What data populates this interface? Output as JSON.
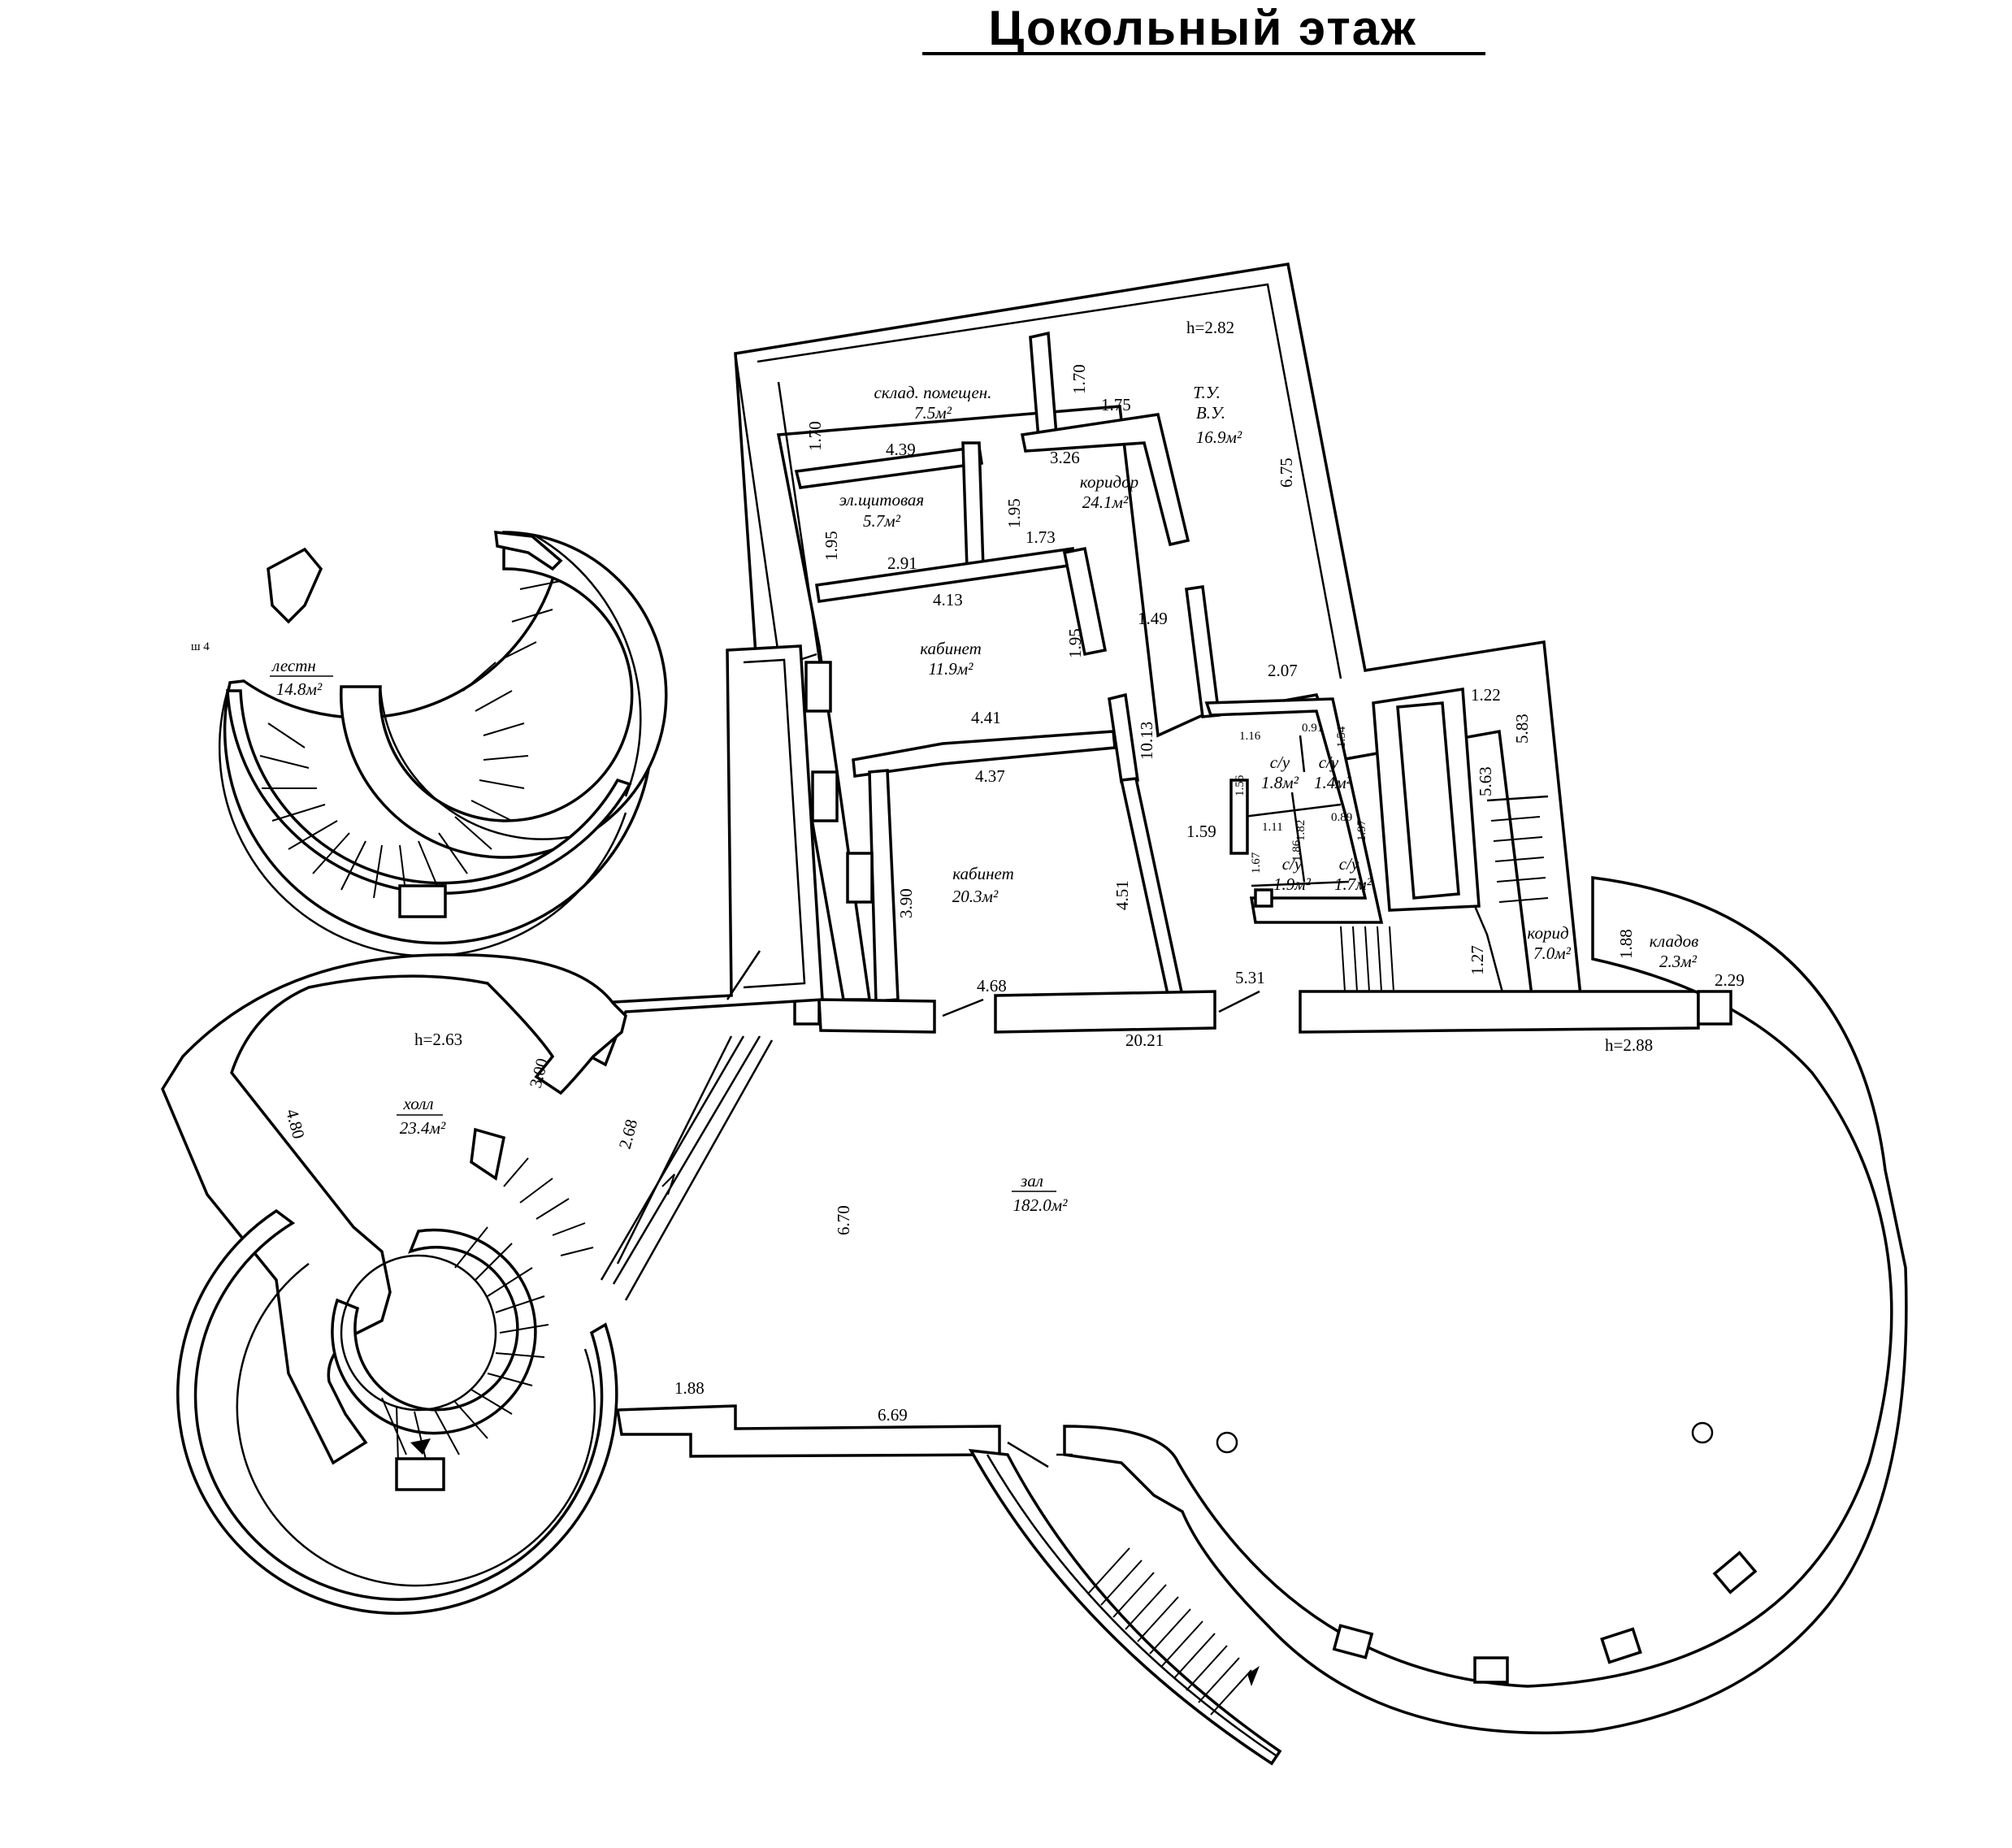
{
  "title": "Цокольный  этаж",
  "rooms": {
    "sklad": {
      "name": "склад. помещен.",
      "area": "7.5м²"
    },
    "tu": {
      "name1": "Т.У.",
      "name2": "В.У.",
      "area": "16.9м²"
    },
    "schit": {
      "name": "эл.щитовая",
      "area": "5.7м²"
    },
    "koridor": {
      "name": "коридор",
      "area": "24.1м²"
    },
    "kab1": {
      "name": "кабинет",
      "area": "11.9м²"
    },
    "kab2": {
      "name": "кабинет",
      "area": "20.3м²"
    },
    "su1": {
      "name": "с/у",
      "area": "1.8м²"
    },
    "su2": {
      "name": "с/у",
      "area": "1.4м²"
    },
    "su3": {
      "name": "с/у",
      "area": "1.9м²"
    },
    "su4": {
      "name": "с/у",
      "area": "1.7м²"
    },
    "korid2": {
      "name": "корид",
      "area": "7.0м²"
    },
    "klad": {
      "name": "кладов",
      "area": "2.3м²"
    },
    "lest": {
      "name": "лестн",
      "area": "14.8м²"
    },
    "holl": {
      "name": "холл",
      "area": "23.4м²"
    },
    "zal": {
      "name": "зал",
      "area": "182.0м²"
    }
  },
  "heights": {
    "top": "h=2.82",
    "holl": "h=2.63",
    "zal": "h=2.88"
  },
  "dims": [
    "1.70",
    "1.70",
    "1.75",
    "4.39",
    "3.26",
    "1.95",
    "1.95",
    "1.73",
    "2.91",
    "4.13",
    "1.95",
    "1.49",
    "6.75",
    "2.07",
    "4.41",
    "4.37",
    "10.13",
    "3.90",
    "4.51",
    "4.68",
    "20.21",
    "5.31",
    "1.59",
    "1.16",
    "0.91",
    "1.54",
    "1.56",
    "1.11",
    "1.82",
    "0.89",
    "1.97",
    "1.67",
    "1.86",
    "1.22",
    "5.83",
    "5.63",
    "1.27",
    "1.88",
    "2.29",
    "3.00",
    "4.80",
    "2.68",
    "6.70",
    "1.88",
    "6.69"
  ]
}
